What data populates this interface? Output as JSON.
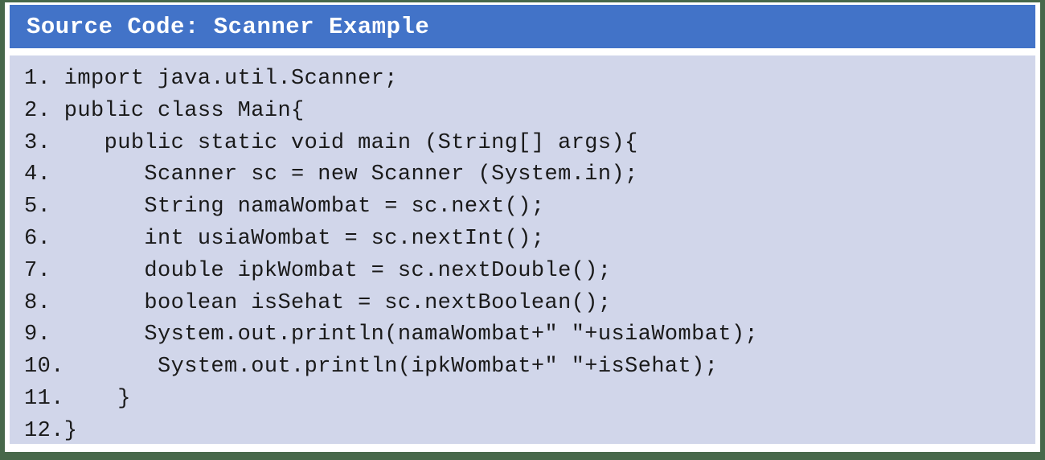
{
  "slide": {
    "frame_color": "#47684a",
    "header": {
      "title": "Source Code: Scanner Example",
      "background_color": "#4273c8",
      "text_color": "#ffffff"
    },
    "code_panel": {
      "background_color": "#d1d6ea",
      "text_color": "#1a1a1a",
      "language": "java",
      "lines": [
        "1. import java.util.Scanner;",
        "2. public class Main{",
        "3.    public static void main (String[] args){",
        "4.       Scanner sc = new Scanner (System.in);",
        "5.       String namaWombat = sc.next();",
        "6.       int usiaWombat = sc.nextInt();",
        "7.       double ipkWombat = sc.nextDouble();",
        "8.       boolean isSehat = sc.nextBoolean();",
        "9.       System.out.println(namaWombat+\" \"+usiaWombat);",
        "10.       System.out.println(ipkWombat+\" \"+isSehat);",
        "11.    }",
        "12.}"
      ]
    }
  }
}
